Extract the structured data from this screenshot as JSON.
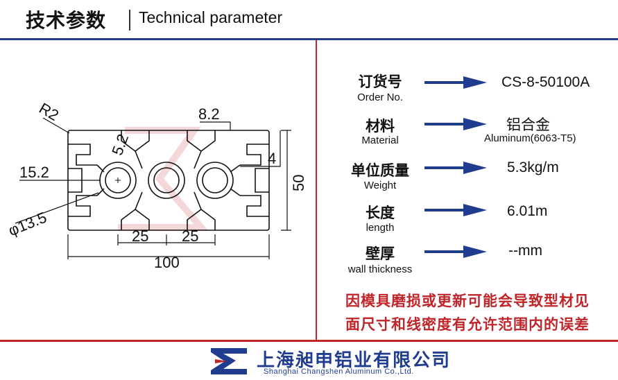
{
  "header": {
    "title_cn": "技术参数",
    "title_en": "Technical parameter"
  },
  "drawing": {
    "dim_r2": "R2",
    "dim_8_2": "8.2",
    "dim_5_2": "5.2",
    "dim_4": "4",
    "dim_15_2": "15.2",
    "dim_50": "50",
    "dim_phi": "φ13.5",
    "dim_25a": "25",
    "dim_25b": "25",
    "dim_100": "100"
  },
  "params": [
    {
      "label_cn": "订货号",
      "label_en": "Order No.",
      "value": "CS-8-50100A",
      "value_sub": ""
    },
    {
      "label_cn": "材料",
      "label_en": "Material",
      "value": "铝合金",
      "value_sub": "Aluminum(6063-T5)"
    },
    {
      "label_cn": "单位质量",
      "label_en": "Weight",
      "value": "5.3kg/m",
      "value_sub": ""
    },
    {
      "label_cn": "长度",
      "label_en": "length",
      "value": "6.01m",
      "value_sub": ""
    },
    {
      "label_cn": "壁厚",
      "label_en": "wall thickness",
      "value": "--mm",
      "value_sub": ""
    }
  ],
  "note": {
    "line1": "因模具磨损或更新可能会导致型材见",
    "line2": "面尺寸和线密度有允许范围内的误差"
  },
  "footer": {
    "company_cn": "上海昶申铝业有限公司",
    "company_en": "Shanghai  Changshen Aluminum  Co.,Ltd."
  },
  "colors": {
    "brand_blue": "#1f3c8f",
    "accent_red": "#c0252a"
  }
}
